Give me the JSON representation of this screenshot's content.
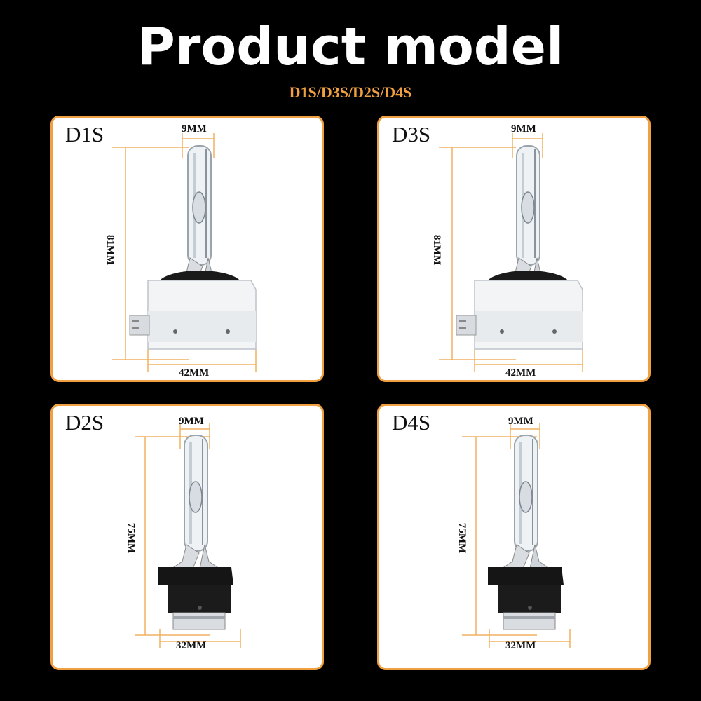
{
  "header": {
    "title": "Product model",
    "subtitle": "D1S/D3S/D2S/D4S"
  },
  "colors": {
    "accent": "#f0a040",
    "background": "#000000",
    "card": "#ffffff",
    "dimension_line": "#f0b060"
  },
  "cards": [
    {
      "model": "D1S",
      "top_width": "9MM",
      "height": "81MM",
      "base_width": "42MM",
      "bulb_type": "ballast-base"
    },
    {
      "model": "D3S",
      "top_width": "9MM",
      "height": "81MM",
      "base_width": "42MM",
      "bulb_type": "ballast-base"
    },
    {
      "model": "D2S",
      "top_width": "9MM",
      "height": "75MM",
      "base_width": "32MM",
      "bulb_type": "socket-base"
    },
    {
      "model": "D4S",
      "top_width": "9MM",
      "height": "75MM",
      "base_width": "32MM",
      "bulb_type": "socket-base"
    }
  ]
}
